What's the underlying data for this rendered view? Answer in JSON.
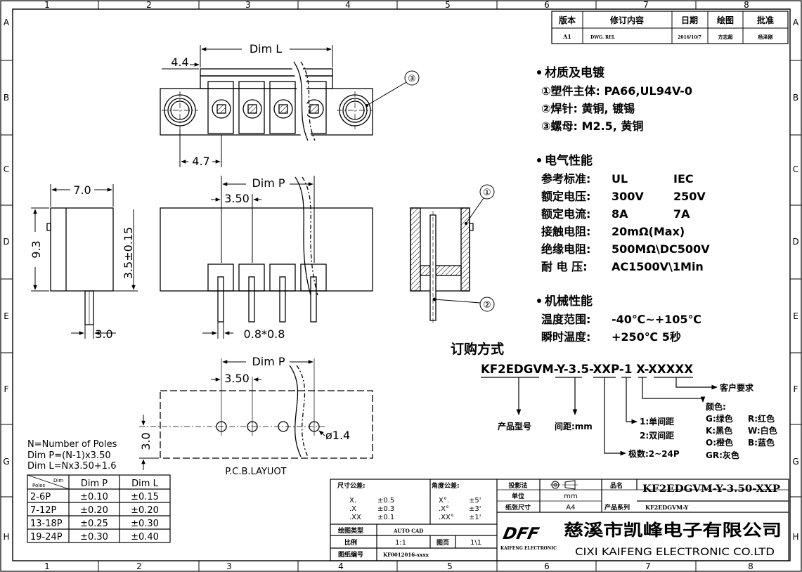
{
  "grid": {
    "columns": [
      "1",
      "2",
      "3",
      "4",
      "5",
      "6",
      "7",
      "8"
    ],
    "rows": [
      "A",
      "B",
      "C",
      "D",
      "E",
      "F",
      "G",
      "H"
    ]
  },
  "revision_table": {
    "headers": [
      "版本",
      "修订内容",
      "日期",
      "绘图",
      "批准"
    ],
    "row": [
      "A1",
      "DWG. REL",
      "2016/10/7",
      "方志超",
      "杨泽刚"
    ]
  },
  "dimensions": {
    "dim_l": "Dim L",
    "dim_p": "Dim P",
    "d4_4": "4.4",
    "d4_7": "4.7",
    "d7_0": "7.0",
    "d9_3": "9.3",
    "d3_5_tol": "3.5±0.15",
    "d3_0": "3.0",
    "d3_50": "3.50",
    "d0_8": "0.8*0.8",
    "dia": "ø1.4",
    "balloons": [
      "①",
      "②",
      "③"
    ]
  },
  "specs": {
    "material_title": "材质及电镀",
    "material_lines": [
      "①塑件主体: PA66,UL94V-0",
      "②焊针: 黄铜, 镀锡",
      "③螺母: M2.5,  黄铜"
    ],
    "electric_title": "电气性能",
    "electric_rows": [
      {
        "label": "参考标准:",
        "v1": "UL",
        "v2": "IEC"
      },
      {
        "label": "额定电压:",
        "v1": "300V",
        "v2": "250V"
      },
      {
        "label": "额定电流:",
        "v1": "8A",
        "v2": "7A"
      }
    ],
    "electric_lines": [
      {
        "label": "接触电阻:",
        "value": "20mΩ(Max)"
      },
      {
        "label": "绝缘电阻:",
        "value": "500MΩ\\DC500V"
      },
      {
        "label": "耐 电 压:",
        "value": "AC1500V\\1Min"
      }
    ],
    "mech_title": "机械性能",
    "mech_lines": [
      {
        "label": "温度范围:",
        "value": "-40℃~+105℃"
      },
      {
        "label": "瞬时温度:",
        "value": "+250℃ 5秒"
      }
    ]
  },
  "ordering": {
    "title": "订购方式",
    "code": "KF2EDGVM-Y-3.5-XXP-1 X-XXXXX",
    "customer": "客户要求",
    "color_title": "颜色:",
    "colors": [
      "G:绿色",
      "R:红色",
      "K:黑色",
      "W:白色",
      "O:橙色",
      "B:蓝色",
      "GR:灰色"
    ],
    "model": "产品型号",
    "pitch": "间距:mm",
    "pitch_type": [
      "1:单间距",
      "2:双间距"
    ],
    "poles": "极数:2~24P"
  },
  "pcb": {
    "label": "P.C.B.LAYUOT",
    "notes": [
      "N=Number of Poles",
      "Dim  P=(N-1)x3.50",
      "Dim  L=Nx3.50+1.6"
    ],
    "table_headers": [
      "Poles",
      "Dim",
      "Dim  P",
      "Dim  L"
    ],
    "table_rows": [
      [
        "2-6P",
        "±0.10",
        "±0.15"
      ],
      [
        "7-12P",
        "±0.20",
        "±0.20"
      ],
      [
        "13-18P",
        "±0.25",
        "±0.30"
      ],
      [
        "19-24P",
        "±0.30",
        "±0.40"
      ]
    ]
  },
  "title_block": {
    "tol_title": "尺寸公差:",
    "ang_title": "角度公差:",
    "tol_rows": [
      {
        "k": "X.",
        "v": "±0.5",
        "ak": "X°.",
        "av": "±5'"
      },
      {
        "k": ".X",
        "v": "±0.3",
        "ak": ".X°",
        "av": "±3'"
      },
      {
        "k": ".XX",
        "v": "±0.1",
        "ak": ".XX°",
        "av": "±1'"
      }
    ],
    "draw_type_label": "绘图类型",
    "draw_type": "AUTO CAD",
    "scale_label": "比例",
    "scale": "1:1",
    "page_label": "图页",
    "page": "1\\1",
    "dwg_no_label": "图纸编号",
    "dwg_no": "KF0012016-xxxx",
    "projection_label": "投影法",
    "name_label": "品名",
    "part_name": "KF2EDGVM-Y-3.50-XXP",
    "unit_label": "单位",
    "unit": "mm",
    "paper_label": "纸张尺寸",
    "paper": "A4",
    "series_label": "产品系列",
    "series": "KF2EDGVM-Y",
    "logo": "DFF",
    "logo_sub": "KAIFENG ELECTRONIC",
    "company_cn": "慈溪市凯峰电子有限公司",
    "company_en": "CIXI KAIFENG ELECTRONIC CO.LTD"
  }
}
